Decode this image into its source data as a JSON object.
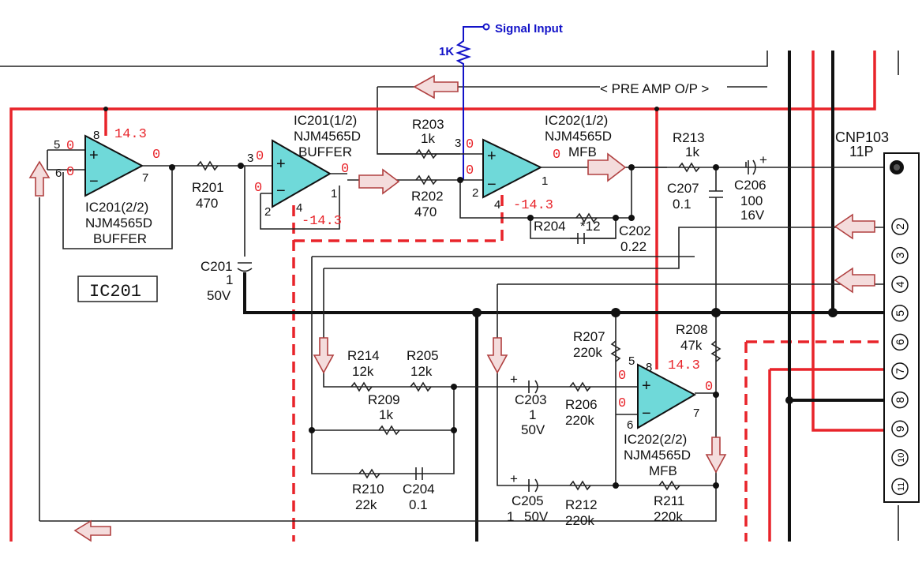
{
  "signal": {
    "input_label": "Signal Input",
    "resistor_label": "1K"
  },
  "preamp_label": "PRE AMP O/P",
  "connector": {
    "name": "CNP103",
    "pins_label": "11P",
    "pins": [
      "2",
      "3",
      "4",
      "5",
      "6",
      "7",
      "8",
      "9",
      "10",
      "11"
    ]
  },
  "ic201_box": "IC201",
  "opamps": {
    "ic201b": {
      "name": "IC201(2/2)",
      "part": "NJM4565D",
      "role": "BUFFER",
      "pin_plus": "5",
      "pin_minus": "6",
      "pin_out": "7",
      "pin_pwr": "8",
      "v_plus": "0",
      "v_minus": "0",
      "v_out": "0",
      "supply": "14.3"
    },
    "ic201a": {
      "name": "IC201(1/2)",
      "part": "NJM4565D",
      "role": "BUFFER",
      "pin_plus": "3",
      "pin_minus": "2",
      "pin_out": "1",
      "pin_gnd": "4",
      "v_plus": "0",
      "v_minus": "0",
      "v_out": "0",
      "supply": "-14.3"
    },
    "ic202a": {
      "name": "IC202(1/2)",
      "part": "NJM4565D",
      "role": "MFB",
      "pin_plus": "3",
      "pin_minus": "2",
      "pin_out": "1",
      "pin_gnd": "4",
      "v_plus": "0",
      "v_minus": "0",
      "v_out": "0",
      "supply": "-14.3"
    },
    "ic202b": {
      "name": "IC202(2/2)",
      "part": "NJM4565D",
      "role": "MFB",
      "pin_plus": "5",
      "pin_minus": "6",
      "pin_out": "7",
      "pin_pwr": "8",
      "v_plus": "0",
      "v_minus": "0",
      "v_out": "0",
      "supply": "14.3"
    }
  },
  "components": {
    "r201": {
      "ref": "R201",
      "val": "470"
    },
    "r202": {
      "ref": "R202",
      "val": "470"
    },
    "r203": {
      "ref": "R203",
      "val": "1k"
    },
    "r204": {
      "ref": "R204",
      "val": "*12"
    },
    "r205": {
      "ref": "R205",
      "val": "12k"
    },
    "r206": {
      "ref": "R206",
      "val": "220k"
    },
    "r207": {
      "ref": "R207",
      "val": "220k"
    },
    "r208": {
      "ref": "R208",
      "val": "47k"
    },
    "r209": {
      "ref": "R209",
      "val": "1k"
    },
    "r210": {
      "ref": "R210",
      "val": "22k"
    },
    "r211": {
      "ref": "R211",
      "val": "220k"
    },
    "r212": {
      "ref": "R212",
      "val": "220k"
    },
    "r213": {
      "ref": "R213",
      "val": "1k"
    },
    "r214": {
      "ref": "R214",
      "val": "12k"
    },
    "c201": {
      "ref": "C201",
      "val": "1",
      "volt": "50V"
    },
    "c202": {
      "ref": "C202",
      "val": "0.22"
    },
    "c203": {
      "ref": "C203",
      "val": "1",
      "volt": "50V"
    },
    "c204": {
      "ref": "C204",
      "val": "0.1"
    },
    "c205": {
      "ref": "C205",
      "val": "1",
      "volt": "50V"
    },
    "c206": {
      "ref": "C206",
      "val": "100",
      "volt": "16V"
    },
    "c207": {
      "ref": "C207",
      "val": "0.1"
    }
  },
  "colors": {
    "wire": "#111111",
    "supply_wire": "#e8242a",
    "signal_wire": "#1212c8",
    "opamp_fill": "#6fd9d9",
    "flow_arrow": "#b04040"
  }
}
